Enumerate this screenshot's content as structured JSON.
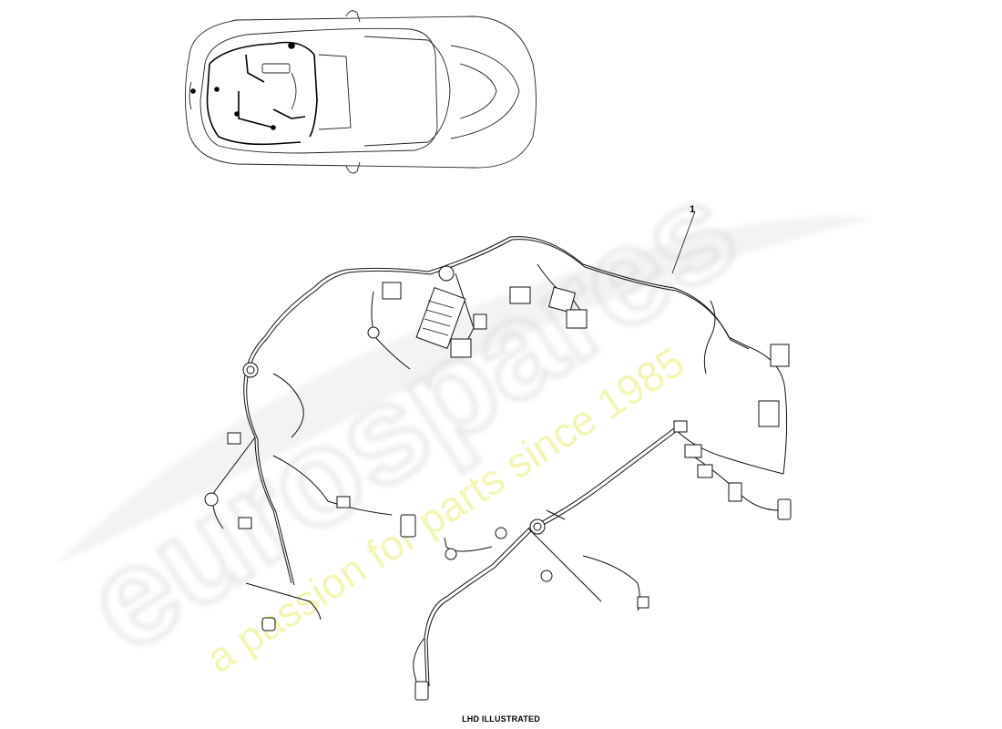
{
  "watermark": {
    "brand": "eurospares",
    "tagline": "a passion for parts since 1985",
    "brand_color": "#d4d4d4",
    "tagline_color": "#f1f2a8"
  },
  "callouts": [
    {
      "label": "1"
    }
  ],
  "caption": "LHD ILLUSTRATED",
  "icons": [
    "car-overview-icon",
    "wiring-harness-icon",
    "connector-icon"
  ]
}
